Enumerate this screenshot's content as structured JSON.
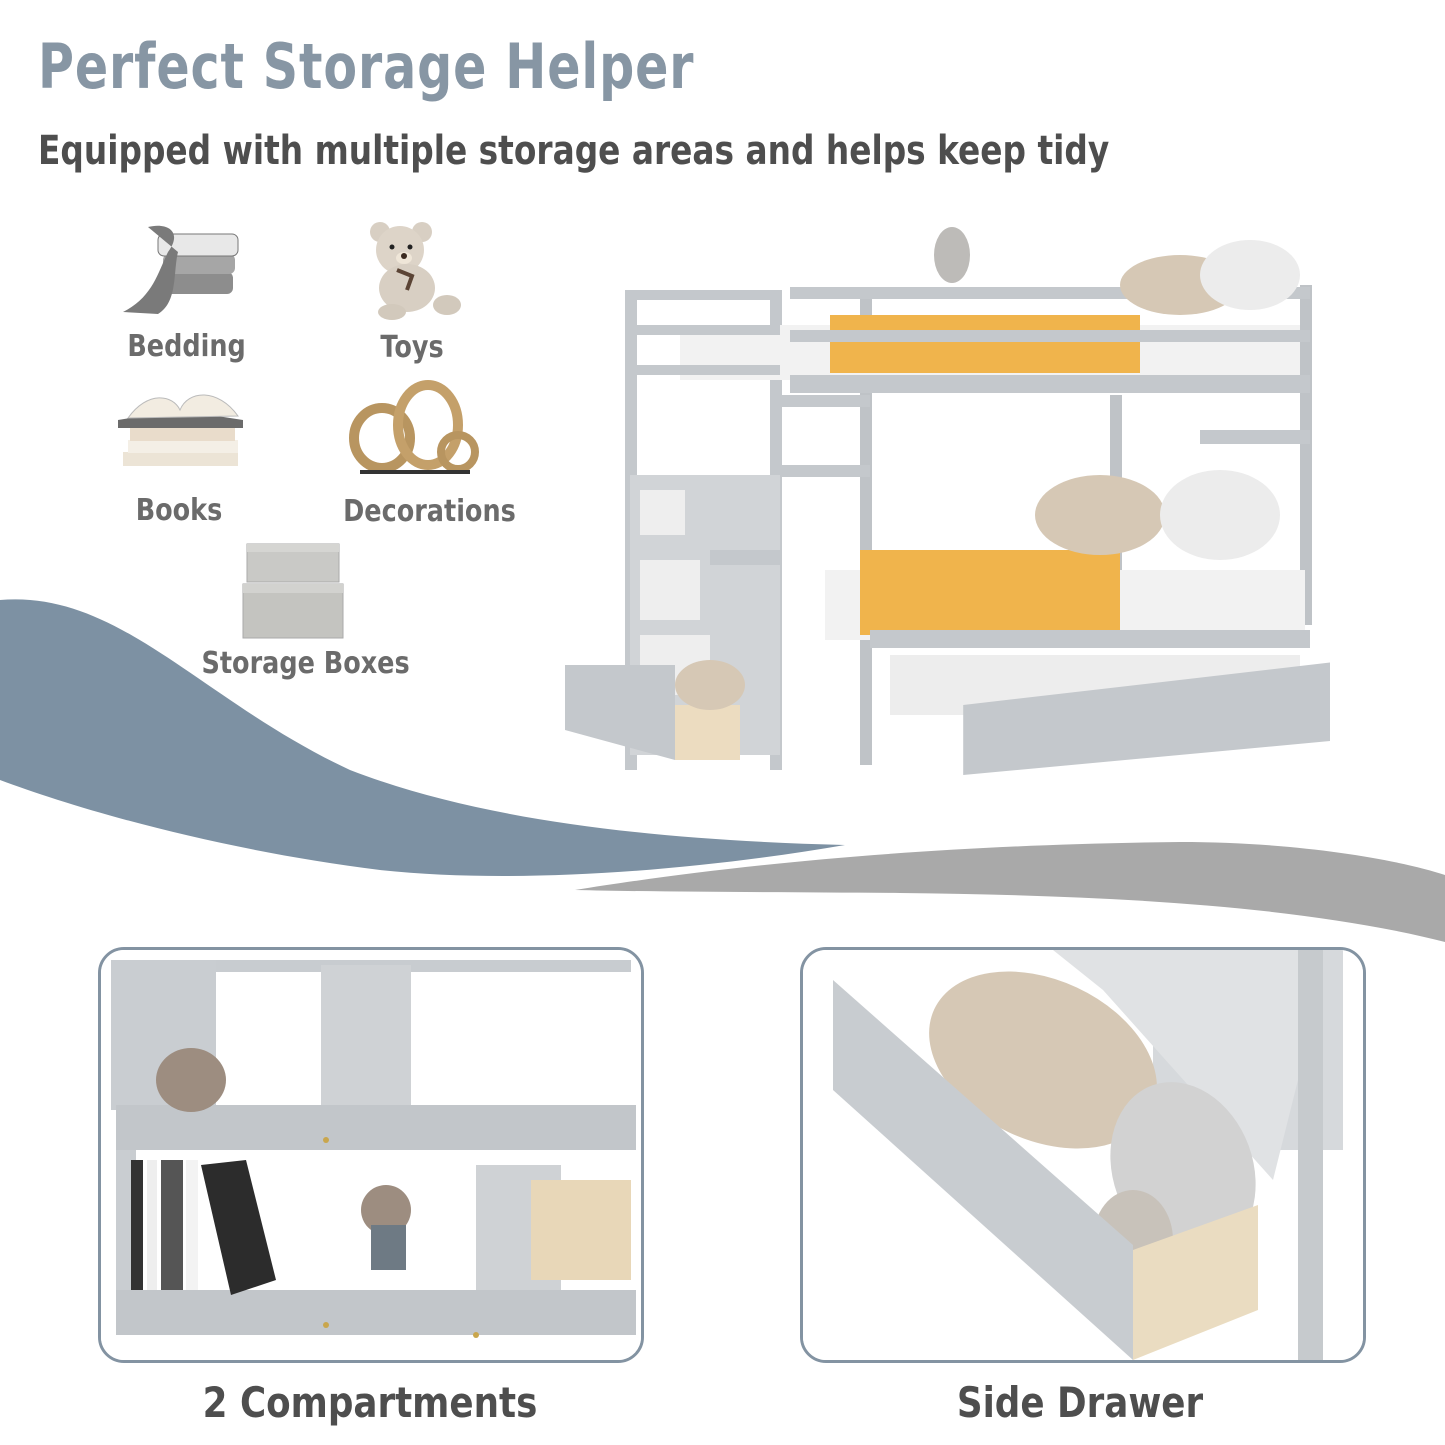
{
  "header": {
    "title": "Perfect Storage Helper",
    "subtitle": "Equipped with multiple storage areas and helps keep tidy"
  },
  "storage_categories": [
    {
      "label": "Bedding",
      "icon": "bedding-icon"
    },
    {
      "label": "Toys",
      "icon": "teddy-bear-icon"
    },
    {
      "label": "Books",
      "icon": "books-icon"
    },
    {
      "label": "Decorations",
      "icon": "decoration-icon"
    },
    {
      "label": "Storage Boxes",
      "icon": "storage-box-icon"
    }
  ],
  "features": [
    {
      "caption": "2 Compartments"
    },
    {
      "caption": "Side Drawer"
    }
  ],
  "colors": {
    "title": "#8796a4",
    "subtitle": "#4e4e4e",
    "swoosh_blue": "#7d91a3",
    "swoosh_grey": "#a9a9a9",
    "frame_border": "#8393a2",
    "bed_grey": "#c4c8cc",
    "mustard": "#f0b44c"
  }
}
